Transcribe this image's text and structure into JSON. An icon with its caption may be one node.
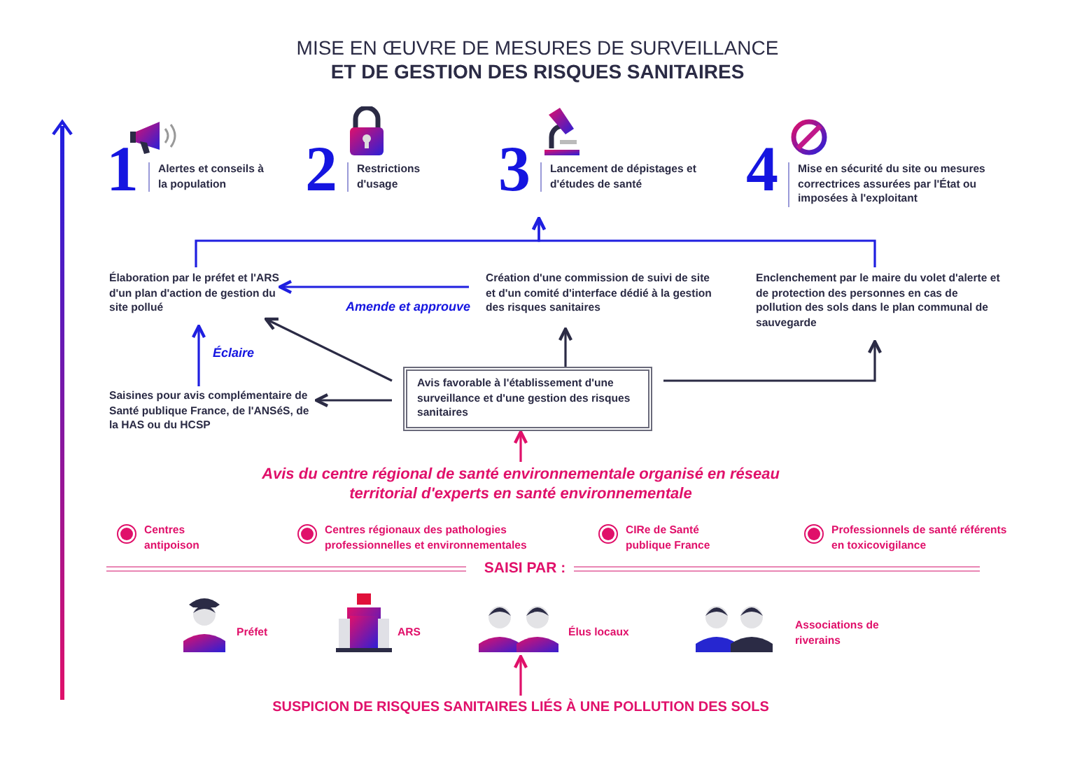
{
  "diagram": {
    "title": "MISE EN ŒUVRE DE MESURES DE SURVEILLANCE **ET DE GESTION DES RISQUES SANITAIRES**",
    "nodes": [
      {
        "text": [
          "1",
          "Alertes et conseils à la population"
        ]
      },
      {
        "text": [
          "2",
          "Restrictions d'usage"
        ]
      },
      {
        "text": [
          "3",
          "Lancement de dépistages et d'études de santé"
        ]
      },
      {
        "text": [
          "4",
          "Mise en sécurité du site ou mesures correctrices assurées par l'État ou imposées à l'exploitant"
        ]
      },
      {
        "text": [
          "Élaboration par le préfet et l'ARS d'un plan d'action de gestion du site pollué"
        ]
      },
      {
        "text": [
          "Création d'une commission de suivi de site et d'un comité d'interface dédié à la gestion des risques sanitaires"
        ]
      },
      {
        "text": [
          "Enclenchement par le maire du volet d'alerte et de protection des personnes en cas de pollution des sols dans le plan communal de sauvegarde"
        ]
      },
      {
        "text": [
          "Saisines pour avis complémentaire de Santé publique France, de l'ANSéS, de la HAS ou du HCSP"
        ]
      },
      {
        "text": [
          "Avis favorable à l'établissement d'une surveillance et d'une gestion des risques sanitaires"
        ]
      },
      {
        "text": [
          "Avis du centre régional de santé environnementale organisé en réseau territorial d'experts en santé environnementale"
        ]
      },
      {
        "text": [
          "SUSPICION DE RISQUES SANITAIRES LIÉS À UNE POLLUTION DES SOLS"
        ]
      },
      {
        "text": [],
        "shape": "person",
        "beside": [
          "Élus locaux"
        ]
      }
    ],
    "edges": [
      {
        "from": 4,
        "to": 2,
        "arrow": "to"
      },
      {
        "from": 6,
        "to": 2,
        "arrow": "to"
      },
      {
        "from": 5,
        "to": 4,
        "arrow": "to",
        "label": "Amende et approuve"
      },
      {
        "from": 7,
        "to": 4,
        "arrow": "to",
        "label": "Éclaire"
      },
      {
        "from": 8,
        "to": 4,
        "arrow": "to",
        "color": "#2b2b45"
      },
      {
        "from": 8,
        "to": 7,
        "arrow": "to",
        "color": "#2b2b45"
      },
      {
        "from": 8,
        "to": 5,
        "arrow": "to",
        "color": "#2b2b45"
      },
      {
        "from": 8,
        "to": 6,
        "arrow": "to",
        "color": "#2b2b45"
      },
      {
        "from": 9,
        "to": 8,
        "arrow": "to",
        "color": "#e0106a"
      },
      {
        "from": 10,
        "to": 11,
        "arrow": "to",
        "color": "#e0106a"
      }
    ],
    "labels": [
      "Centres antipoison",
      "Centres régionaux des pathologies professionnelles et environnementales",
      "CIRe de Santé publique France",
      "Professionnels de santé référents en toxicovigilance",
      "SAISI PAR :",
      "Préfet",
      "ARS",
      "Associations de riverains"
    ]
  }
}
